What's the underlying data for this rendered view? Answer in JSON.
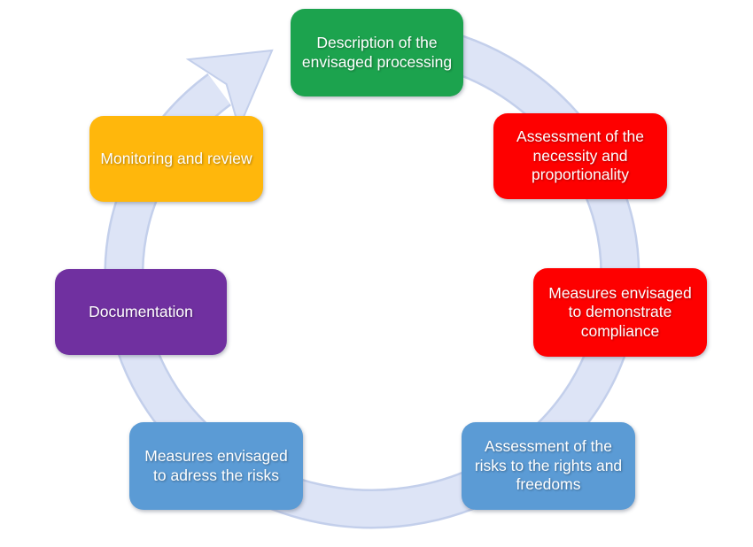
{
  "diagram": {
    "type": "cycle",
    "direction": "clockwise",
    "arrow": {
      "fill": "#dde4f6",
      "border": "#c3cfeb"
    },
    "steps": [
      {
        "label": "Description of the envisaged processing",
        "color": "#1ca34e"
      },
      {
        "label": "Assessment of the necessity and proportionality",
        "color": "#fe0000"
      },
      {
        "label": "Measures envisaged to demonstrate compliance",
        "color": "#fe0000"
      },
      {
        "label": "Assessment of the risks to the rights and freedoms",
        "color": "#5b9bd5"
      },
      {
        "label": "Measures envisaged to adress the risks",
        "color": "#5b9bd5"
      },
      {
        "label": "Documentation",
        "color": "#7030a0"
      },
      {
        "label": "Monitoring and review",
        "color": "#ffb70c"
      }
    ]
  }
}
